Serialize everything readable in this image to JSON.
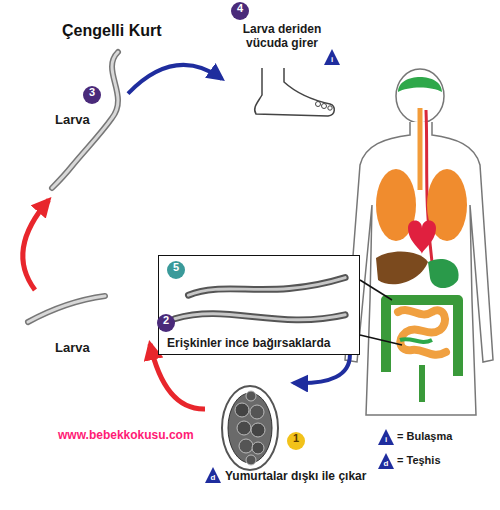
{
  "diagram": {
    "title": "Çengelli Kurt",
    "nodes": [
      {
        "text": [
          "Larva"
        ]
      },
      {
        "text": [
          "Larva deriden vücuda girer"
        ]
      },
      {
        "text": [
          "Erişkinler ince bağırsaklarda"
        ]
      },
      {
        "text": [
          "Larva"
        ]
      },
      {
        "text": [
          "Yumurtalar dışkı ile çıkar"
        ]
      }
    ],
    "edges": [
      {
        "from": 0,
        "to": 1,
        "arrow": "to"
      },
      {
        "from": 2,
        "to": 4,
        "arrow": "to"
      },
      {
        "from": 4,
        "to": 3,
        "arrow": "to"
      },
      {
        "from": 3,
        "to": 0,
        "arrow": "to"
      }
    ],
    "labels": [
      "1",
      "2",
      "3",
      "4",
      "5",
      "i",
      "d",
      "i",
      "d",
      "www.bebekkokusu.com"
    ],
    "legend": [
      {
        "text": "= Bulaşma"
      },
      {
        "text": "= Teşhis"
      }
    ]
  }
}
